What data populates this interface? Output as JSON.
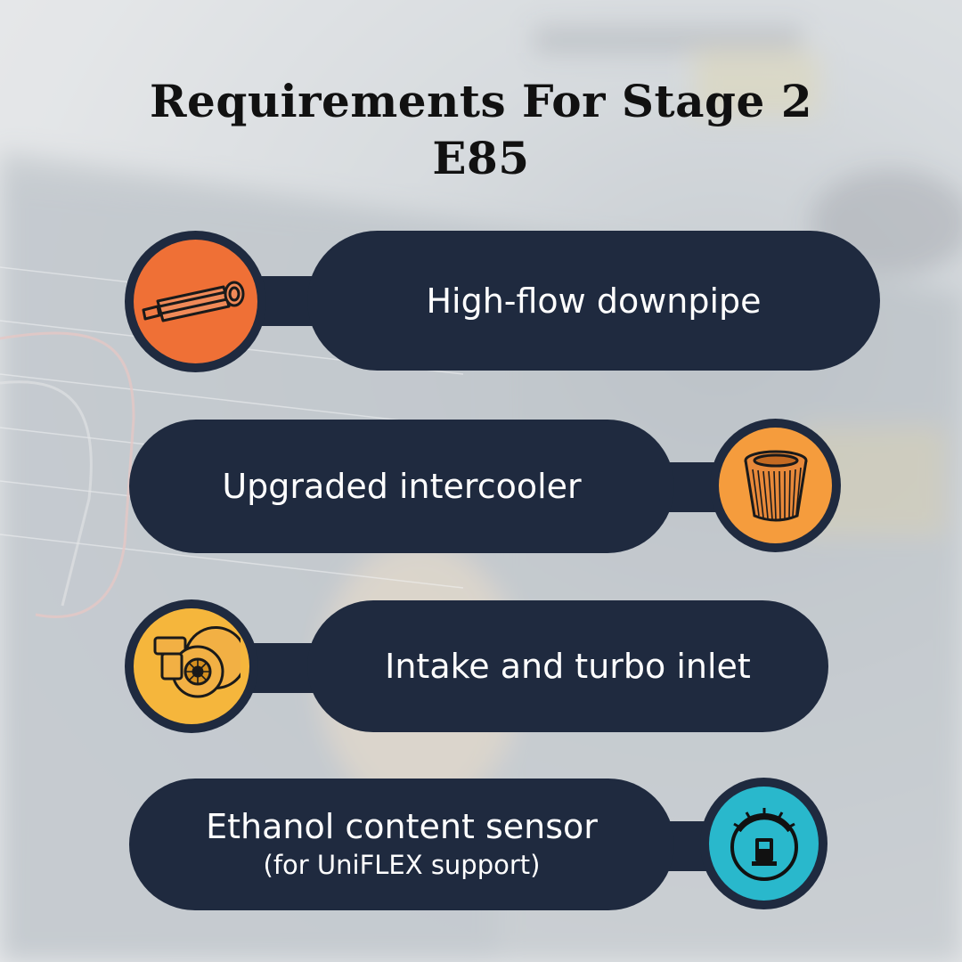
{
  "title": {
    "line1": "Requirements For Stage 2",
    "line2": "E85"
  },
  "items": [
    {
      "label": "High-flow downpipe",
      "icon": "muffler-icon",
      "color": "#ef7036"
    },
    {
      "label": "Upgraded intercooler",
      "icon": "air-filter-icon",
      "color": "#f59c3d"
    },
    {
      "label": "Intake and turbo inlet",
      "icon": "turbocharger-icon",
      "color": "#f5b63c"
    },
    {
      "label": "Ethanol content sensor",
      "sublabel": "(for UniFLEX support)",
      "icon": "fuel-gauge-icon",
      "color": "#29b8cc"
    }
  ],
  "colors": {
    "pill": "#1f2a3f",
    "text": "#ffffff",
    "title": "#111111"
  }
}
